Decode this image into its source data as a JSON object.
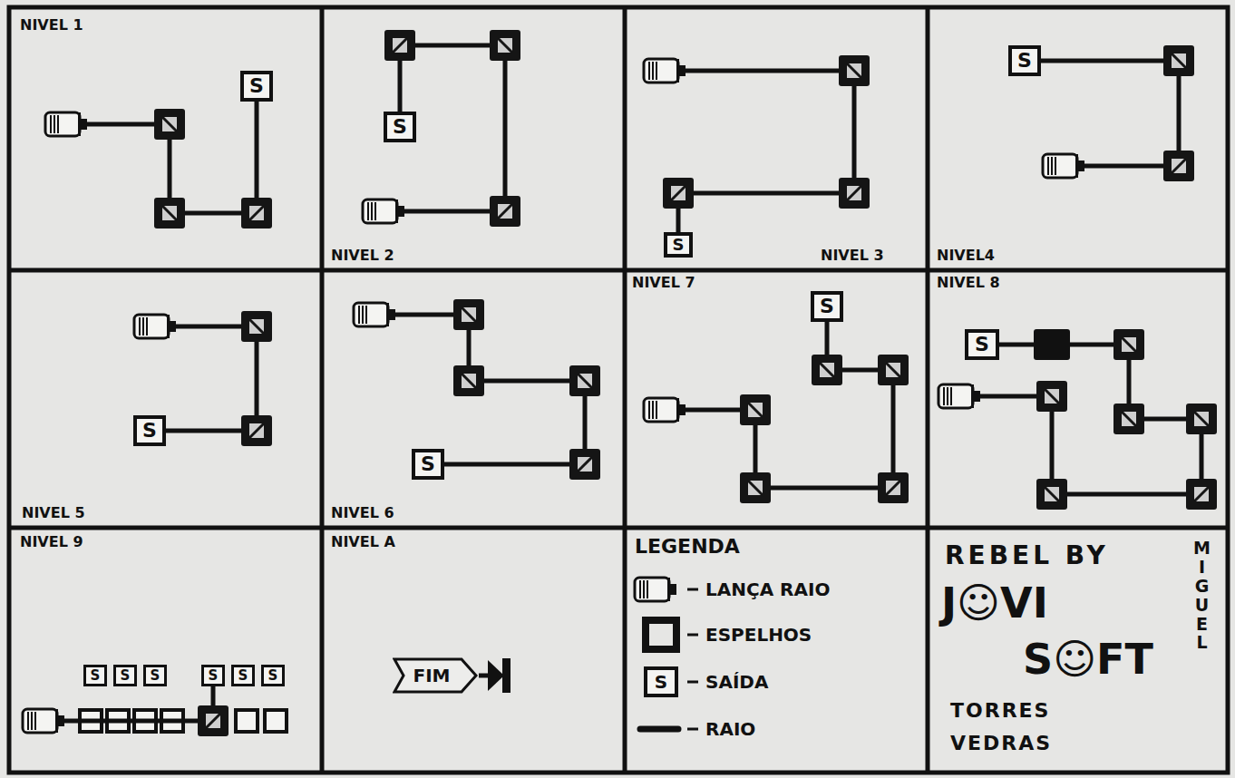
{
  "diagram": {
    "nodes": [
      {
        "text": [
          "NIVEL 1"
        ]
      },
      {
        "text": [
          "S"
        ],
        "in": 0
      },
      {
        "text": [
          "NIVEL 2"
        ]
      },
      {
        "text": [
          "S"
        ],
        "in": 2
      },
      {
        "text": [
          "NIVEL 3"
        ]
      },
      {
        "text": [
          "S"
        ],
        "in": 4
      },
      {
        "text": [
          "NIVEL4"
        ]
      },
      {
        "text": [
          "S"
        ],
        "in": 6
      },
      {
        "text": [
          "NIVEL 5"
        ]
      },
      {
        "text": [
          "S"
        ],
        "in": 8
      },
      {
        "text": [
          "NIVEL 6"
        ]
      },
      {
        "text": [
          "S"
        ],
        "in": 10
      },
      {
        "text": [
          "NIVEL 7"
        ]
      },
      {
        "text": [
          "S"
        ],
        "in": 12
      },
      {
        "text": [
          "NIVEL 8"
        ]
      },
      {
        "text": [
          "S"
        ],
        "in": 14
      },
      {
        "text": [
          "NIVEL 9"
        ]
      },
      {
        "text": [
          "S"
        ],
        "in": 16
      },
      {
        "text": [
          "S"
        ],
        "in": 16
      },
      {
        "text": [
          "S"
        ],
        "in": 16
      },
      {
        "text": [
          "S"
        ],
        "in": 16
      },
      {
        "text": [
          "S"
        ],
        "in": 16
      },
      {
        "text": [
          "S"
        ],
        "in": 16
      },
      {
        "text": [
          "NIVEL A"
        ]
      },
      {
        "text": [
          "FIM"
        ],
        "in": 23
      }
    ],
    "labels": [
      "LEGENDA",
      "S",
      "REBEL BY",
      "J☺VI",
      "S☺FT",
      "MIGUEL",
      "TORRES",
      "VEDRAS"
    ],
    "legend": [
      {
        "text": "LANÇA RAIO"
      },
      {
        "text": "ESPELHOS"
      },
      {
        "text": "SAÍDA"
      },
      {
        "text": "RAIO"
      }
    ]
  }
}
